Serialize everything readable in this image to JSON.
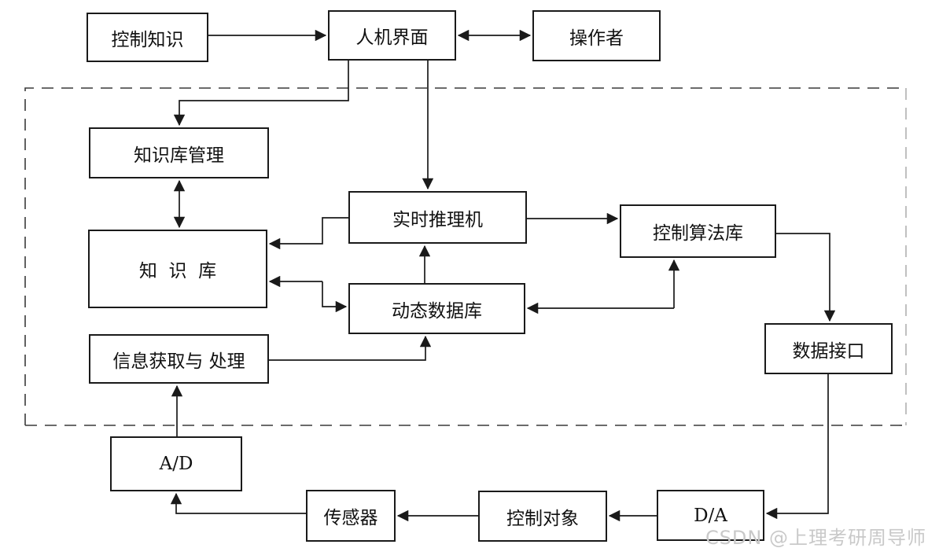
{
  "diagram": {
    "title_note": "expert-control-system-block-diagram",
    "nodes": {
      "control_knowledge": {
        "label": "控制知识"
      },
      "hmi": {
        "label": "人机界面"
      },
      "operator": {
        "label": "操作者"
      },
      "kb_management": {
        "label": "知识库管理"
      },
      "realtime_inference": {
        "label": "实时推理机"
      },
      "control_algorithm_lib": {
        "label": "控制算法库"
      },
      "knowledge_base": {
        "label": "知  识  库"
      },
      "dynamic_database": {
        "label": "动态数据库"
      },
      "info_acquisition": {
        "label": "信息获取与 处理"
      },
      "data_interface": {
        "label": "数据接口"
      },
      "ad": {
        "label": "A/D"
      },
      "sensor": {
        "label": "传感器"
      },
      "control_object": {
        "label": "控制对象"
      },
      "da": {
        "label": "D/A"
      }
    },
    "edges": [
      "控制知识 → 人机界面",
      "人机界面 ↔ 操作者",
      "人机界面 → 知识库管理",
      "人机界面 → 实时推理机",
      "知识库管理 ↔ 知识库",
      "实时推理机 → 知识库",
      "知识库 ↔ 动态数据库",
      "动态数据库 → 实时推理机",
      "实时推理机 → 控制算法库",
      "动态数据库 ↔ 控制算法库",
      "控制算法库 → 数据接口",
      "数据接口 → D/A",
      "D/A → 控制对象",
      "控制对象 → 传感器",
      "传感器 → A/D",
      "A/D → 信息获取与处理",
      "信息获取与处理 → 动态数据库"
    ],
    "colors": {
      "line": "#1a1a1a",
      "dashed_border_dark": "#3a3a3a",
      "dashed_border_light": "#b0b0b0",
      "watermark": "#c9c9c9",
      "background": "#ffffff"
    },
    "watermark": "CSDN @上理考研周导师"
  }
}
